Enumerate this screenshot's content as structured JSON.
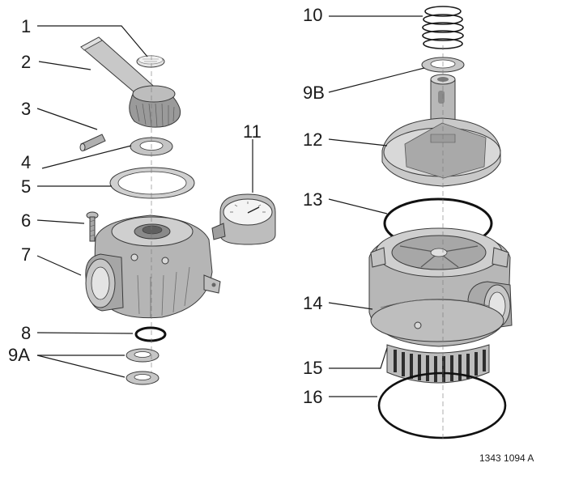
{
  "figure": {
    "reference": "1343 1094 A",
    "callouts": [
      {
        "id": "c1",
        "label": "1"
      },
      {
        "id": "c2",
        "label": "2"
      },
      {
        "id": "c3",
        "label": "3"
      },
      {
        "id": "c4",
        "label": "4"
      },
      {
        "id": "c5",
        "label": "5"
      },
      {
        "id": "c6",
        "label": "6"
      },
      {
        "id": "c7",
        "label": "7"
      },
      {
        "id": "c8",
        "label": "8"
      },
      {
        "id": "c9a",
        "label": "9A"
      },
      {
        "id": "c10",
        "label": "10"
      },
      {
        "id": "c9b",
        "label": "9B"
      },
      {
        "id": "c12",
        "label": "12"
      },
      {
        "id": "c13",
        "label": "13"
      },
      {
        "id": "c14",
        "label": "14"
      },
      {
        "id": "c15",
        "label": "15"
      },
      {
        "id": "c16",
        "label": "16"
      },
      {
        "id": "c11",
        "label": "11"
      }
    ]
  },
  "colors": {
    "line": "#1a1a1a",
    "part_light": "#d4d4d4",
    "part_mid": "#b3b3b3",
    "part_dark": "#8c8c8c",
    "background": "#ffffff"
  }
}
